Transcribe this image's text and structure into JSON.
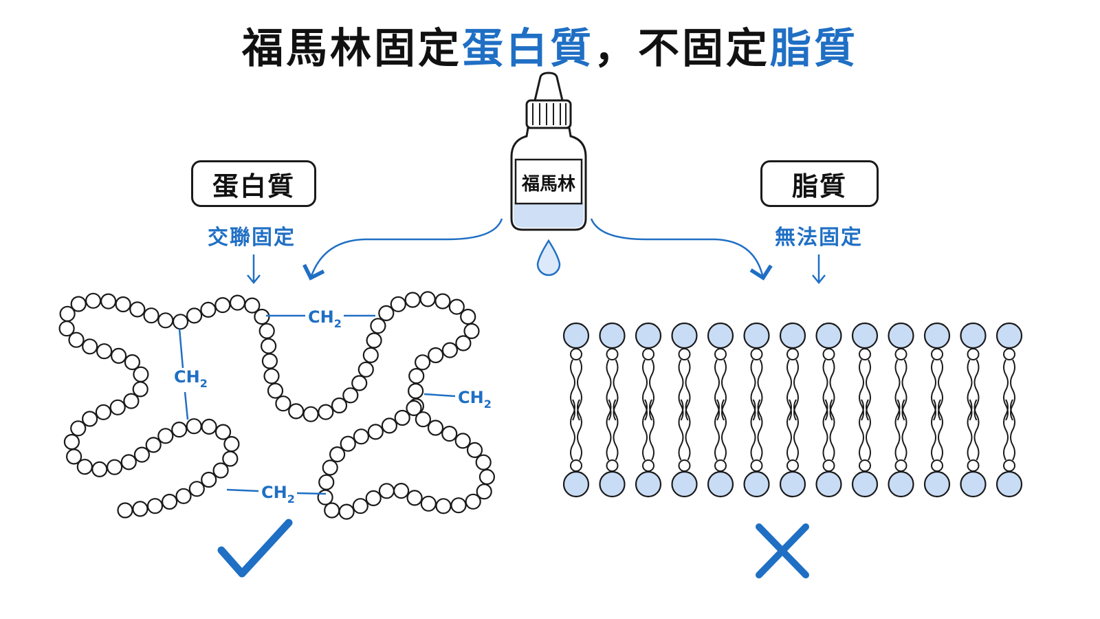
{
  "title": {
    "part1": "福馬林固定",
    "part2": "蛋白質",
    "part3": "，不固定",
    "part4": "脂質"
  },
  "bottle": {
    "label": "福馬林"
  },
  "protein": {
    "box_label": "蛋白質",
    "status": "交聯固定",
    "crosslink_label": "CH",
    "crosslink_subscript": "2",
    "result_icon": "check-icon"
  },
  "lipid": {
    "box_label": "脂質",
    "status": "無法固定",
    "result_icon": "cross-icon"
  },
  "colors": {
    "accent": "#1f6fc4",
    "bead_fill": "#ffffff",
    "lipid_head": "#c9dcf5",
    "ink": "#1a1a1a"
  }
}
